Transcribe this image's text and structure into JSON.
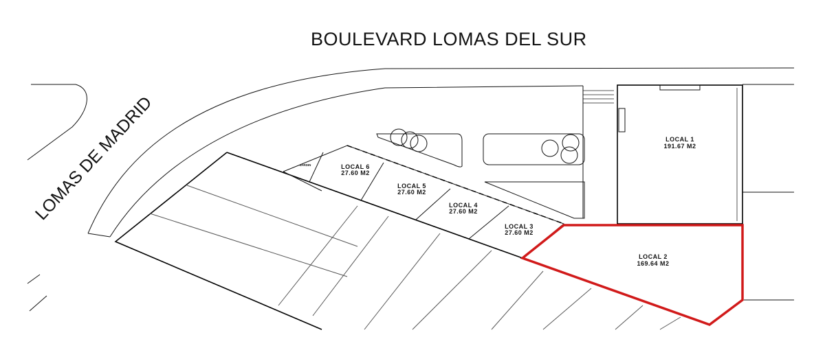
{
  "streets": {
    "top": "BOULEVARD LOMAS DEL SUR",
    "left": "LOMAS DE MADRID"
  },
  "units": [
    {
      "id": "local1",
      "name": "LOCAL 1",
      "area": "191.67 M2"
    },
    {
      "id": "local2",
      "name": "LOCAL 2",
      "area": "169.64 M2",
      "highlighted": true
    },
    {
      "id": "local3",
      "name": "LOCAL 3",
      "area": "27.60 M2"
    },
    {
      "id": "local4",
      "name": "LOCAL 4",
      "area": "27.60 M2"
    },
    {
      "id": "local5",
      "name": "LOCAL 5",
      "area": "27.60 M2"
    },
    {
      "id": "local6",
      "name": "LOCAL 6",
      "area": "27.60 M2"
    }
  ],
  "garden": {
    "label": "JARDIN"
  },
  "colors": {
    "highlight": "#d11a1a",
    "lines": "#111111",
    "background": "#ffffff"
  }
}
